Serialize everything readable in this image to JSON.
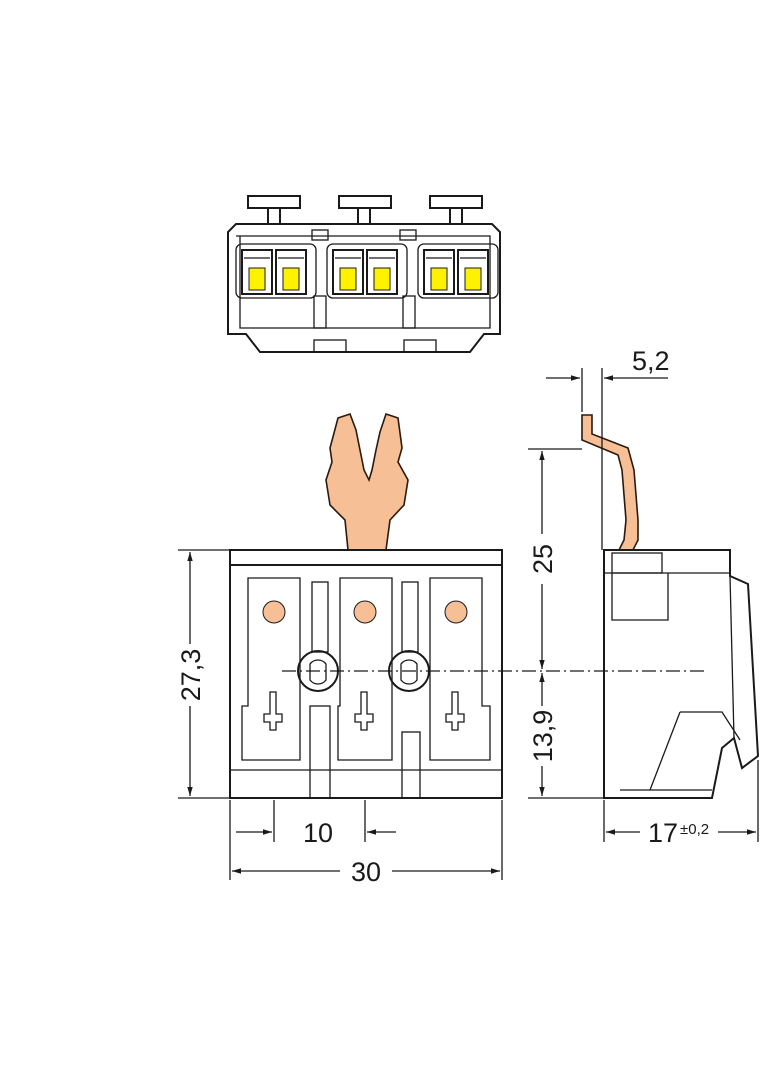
{
  "colors": {
    "lever_fill": "#f7bf95",
    "lever_stroke": "#2a1a10",
    "contact_yellow": "#fff200",
    "dot_fill": "#f7bf95",
    "line": "#1a1a1a"
  },
  "dimensions": {
    "height_total": "27,3",
    "lever_height": "25",
    "lower_height": "13,9",
    "pitch": "10",
    "width": "30",
    "depth": "17",
    "depth_tolerance": "±0,2",
    "lever_offset": "5,2"
  }
}
